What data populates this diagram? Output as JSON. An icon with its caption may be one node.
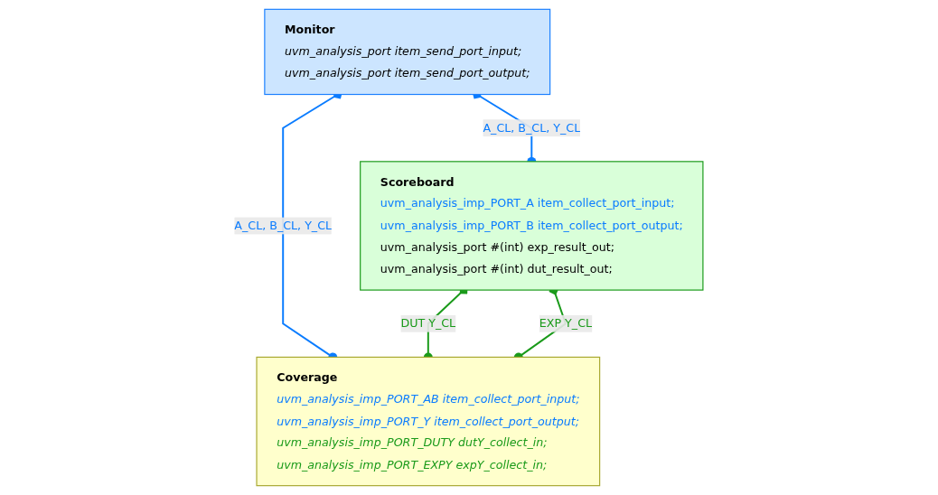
{
  "diagram": {
    "nodes": [
      {
        "text": [
          "Monitor",
          "uvm_analysis_port item_send_port_input;",
          "uvm_analysis_port item_send_port_output;"
        ]
      },
      {
        "text": [
          "Scoreboard",
          "uvm_analysis_imp_PORT_A item_collect_port_input;",
          "uvm_analysis_imp_PORT_B item_collect_port_output;",
          "uvm_analysis_port #(int) exp_result_out;",
          "uvm_analysis_port #(int) dut_result_out;"
        ]
      },
      {
        "text": [
          "Coverage",
          "uvm_analysis_imp_PORT_AB item_collect_port_input;",
          "uvm_analysis_imp_PORT_Y item_collect_port_output;",
          "uvm_analysis_imp_PORT_DUTY dutY_collect_in;",
          "uvm_analysis_imp_PORT_EXPY expY_collect_in;"
        ]
      }
    ],
    "edges": [
      {
        "from": 0,
        "to": 1,
        "arrow": "other",
        "label": "A_CL, B_CL, Y_CL",
        "color": "#0a7cff"
      },
      {
        "from": 0,
        "to": 2,
        "arrow": "other",
        "label": "A_CL, B_CL, Y_CL",
        "color": "#0a7cff"
      },
      {
        "from": 1,
        "to": 2,
        "arrow": "other",
        "label": "DUT Y_CL",
        "color": "#1a9a1a"
      },
      {
        "from": 1,
        "to": 2,
        "arrow": "other",
        "label": "EXP Y_CL",
        "color": "#1a9a1a"
      }
    ]
  }
}
